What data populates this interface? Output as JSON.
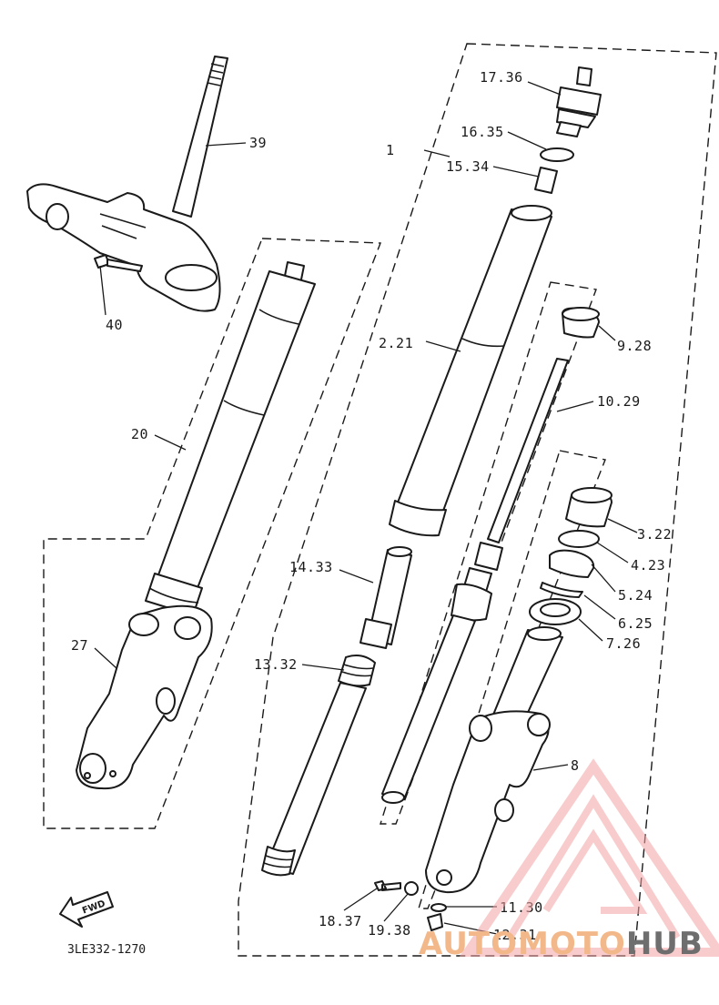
{
  "diagram": {
    "callouts": {
      "c1": "1",
      "c2": "2.21",
      "c3": "3.22",
      "c4": "4.23",
      "c5": "5.24",
      "c6": "6.25",
      "c7": "7.26",
      "c8": "8",
      "c9": "9.28",
      "c10": "10.29",
      "c11": "11.30",
      "c12": "12.31",
      "c13": "13.32",
      "c14": "14.33",
      "c15": "15.34",
      "c16": "16.35",
      "c17": "17.36",
      "c18": "18.37",
      "c19": "19.38",
      "c20": "20",
      "c27": "27",
      "c39": "39",
      "c40": "40"
    },
    "fwd_label": "FWD",
    "drawing_code": "3LE332-1270"
  },
  "watermark": {
    "text_auto": "AUTO",
    "text_moto": "MOTO",
    "text_hub": "HUB",
    "logo_color": "#f3a3a3",
    "auto_color": "#f2b88a",
    "hub_color": "#6e6e6e"
  }
}
